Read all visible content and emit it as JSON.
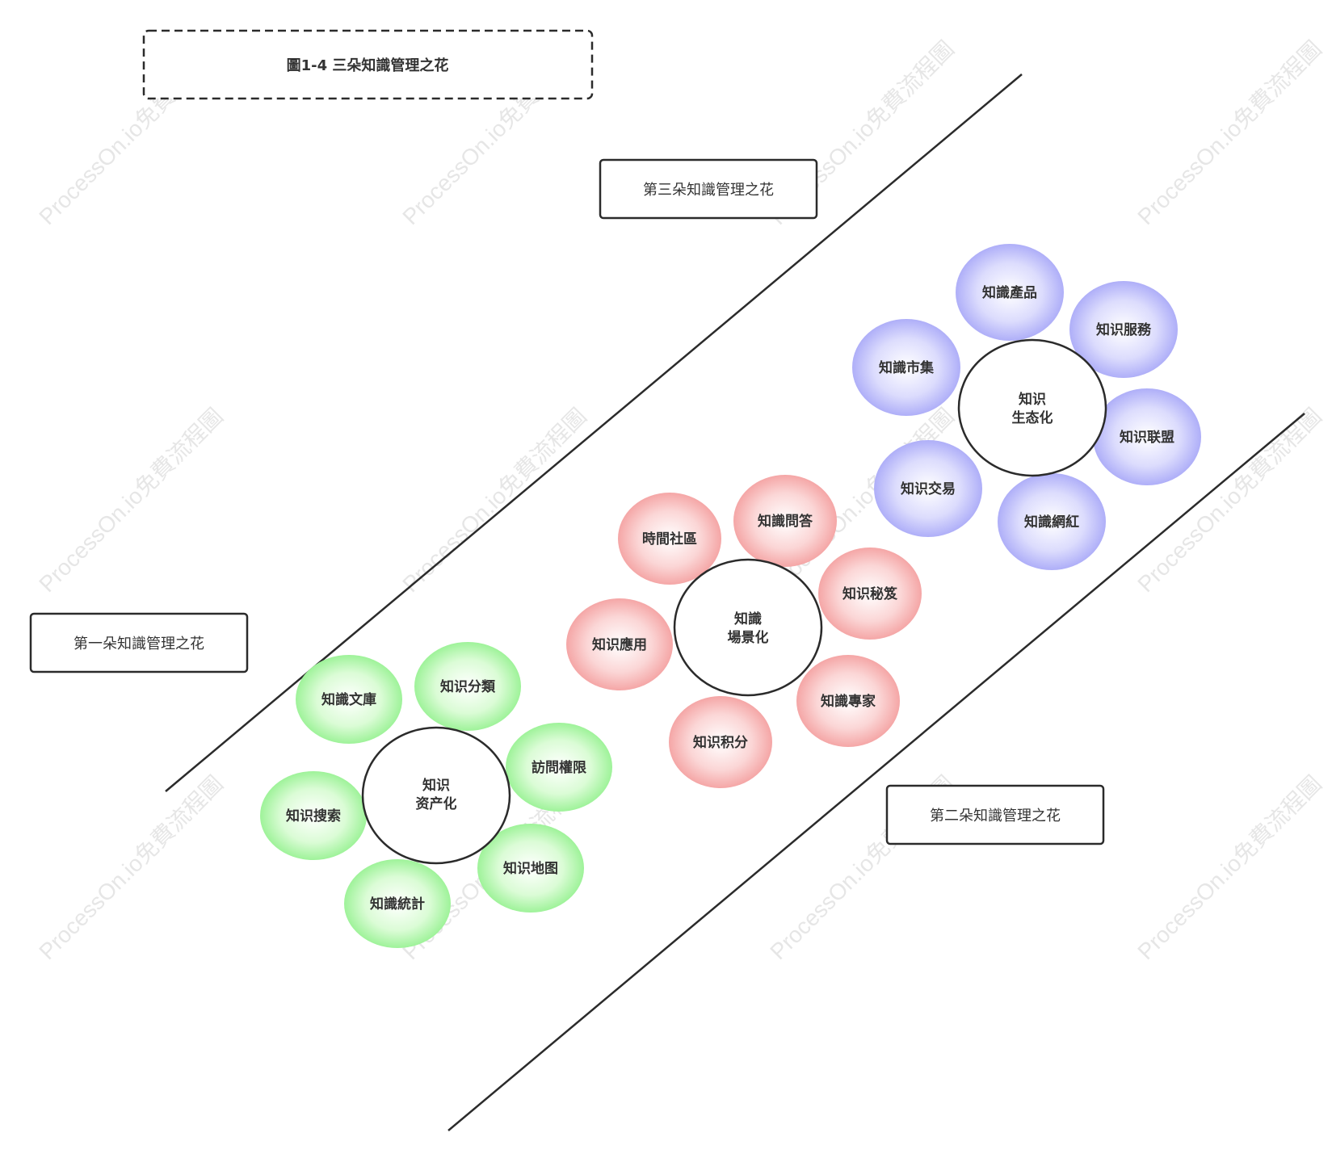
{
  "title": "圖1-4  三朵知識管理之花",
  "flower_labels": {
    "third": "第三朵知識管理之花",
    "first": "第一朵知識管理之花",
    "second": "第二朵知識管理之花"
  },
  "watermark": "ProcessOn.io免費流程圖",
  "colors": {
    "green": "#90ee90",
    "red": "#f4a0a0",
    "blue": "#a8a8f8",
    "line": "#2b2b2b"
  },
  "flowers": [
    {
      "id": "green",
      "center_lines": [
        "知识",
        "资产化"
      ],
      "petals": [
        "知識文庫",
        "知识分類",
        "訪問權限",
        "知识地图",
        "知識統計",
        "知识搜索"
      ]
    },
    {
      "id": "red",
      "center_lines": [
        "知識",
        "場景化"
      ],
      "petals": [
        "時間社區",
        "知識問答",
        "知识秘笈",
        "知識專家",
        "知识积分",
        "知识應用"
      ]
    },
    {
      "id": "blue",
      "center_lines": [
        "知识",
        "生态化"
      ],
      "petals": [
        "知識產品",
        "知识服務",
        "知识联盟",
        "知識網紅",
        "知识交易",
        "知識市集"
      ]
    }
  ]
}
